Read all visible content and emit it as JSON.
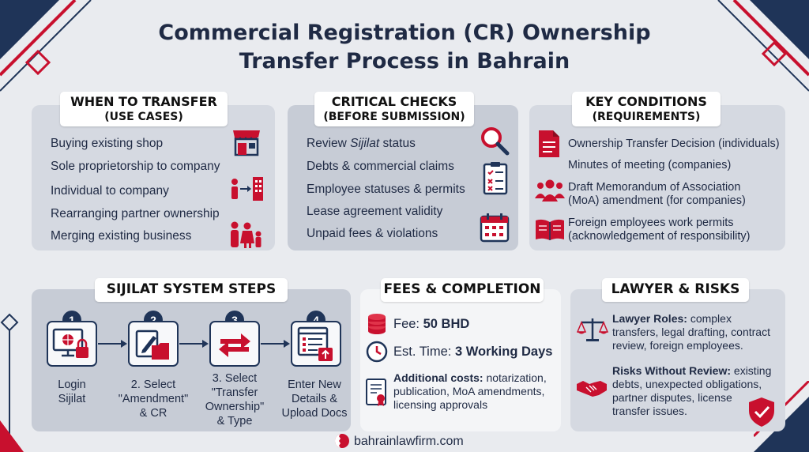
{
  "title_line1": "Commercial Registration (CR) Ownership",
  "title_line2": "Transfer Process in Bahrain",
  "use_cases": {
    "heading_line1": "WHEN TO TRANSFER",
    "heading_line2": "(USE CASES)",
    "items": [
      "Buying existing shop",
      "Sole proprietorship to company",
      "Individual to company",
      "Rearranging partner ownership",
      "Merging existing business"
    ]
  },
  "checks": {
    "heading_line1": "CRITICAL CHECKS",
    "heading_line2": "(BEFORE SUBMISSION)",
    "item1_prefix": "Review ",
    "item1_em": "Sijilat",
    "item1_suffix": " status",
    "items": [
      "Debts & commercial claims",
      "Employee statuses & permits",
      "Lease agreement validity",
      "Unpaid fees & violations"
    ]
  },
  "conditions": {
    "heading_line1": "KEY CONDITIONS",
    "heading_line2": "(REQUIREMENTS)",
    "items": [
      "Ownership Transfer Decision (individuals)",
      "Minutes of meeting (companies)",
      "Draft Memorandum of Association",
      "(MoA) amendment (for companies)",
      "Foreign employees work permits",
      "(acknowledgement of responsibility)"
    ]
  },
  "steps": {
    "heading": "SIJILAT SYSTEM STEPS",
    "items": [
      {
        "num": "1",
        "l1": "Login",
        "l2": "Sijilat",
        "l3": "",
        "l4": ""
      },
      {
        "num": "2",
        "l1": "2. Select",
        "l2": "\"Amendment\"",
        "l3": "& CR",
        "l4": ""
      },
      {
        "num": "3",
        "l1": "3. Select",
        "l2": "\"Transfer",
        "l3": "Ownership\"",
        "l4": "& Type"
      },
      {
        "num": "4",
        "l1": "Enter New",
        "l2": "Details &",
        "l3": "Upload Docs",
        "l4": ""
      }
    ]
  },
  "fees": {
    "heading": "FEES & COMPLETION",
    "fee_label": "Fee: ",
    "fee_value": "50 BHD",
    "time_label": "Est. Time: ",
    "time_value": "3 Working Days",
    "add_label": "Additional costs:",
    "add_l1": " notarization,",
    "add_l2": "publication, MoA amendments,",
    "add_l3": "licensing approvals"
  },
  "lawyer": {
    "heading": "LAWYER & RISKS",
    "roles_label": "Lawyer Roles:",
    "roles_l1": " complex",
    "roles_l2": "transfers, legal drafting, contract",
    "roles_l3": "review, foreign employees.",
    "risks_label": "Risks Without Review:",
    "risks_l1": " existing",
    "risks_l2": "debts, unexpected obligations,",
    "risks_l3": "partner disputes, license",
    "risks_l4": "transfer issues."
  },
  "footer": "bahrainlawfirm.com",
  "colors": {
    "navy": "#1f3458",
    "red": "#c8102e",
    "bg": "#e9ebef"
  }
}
